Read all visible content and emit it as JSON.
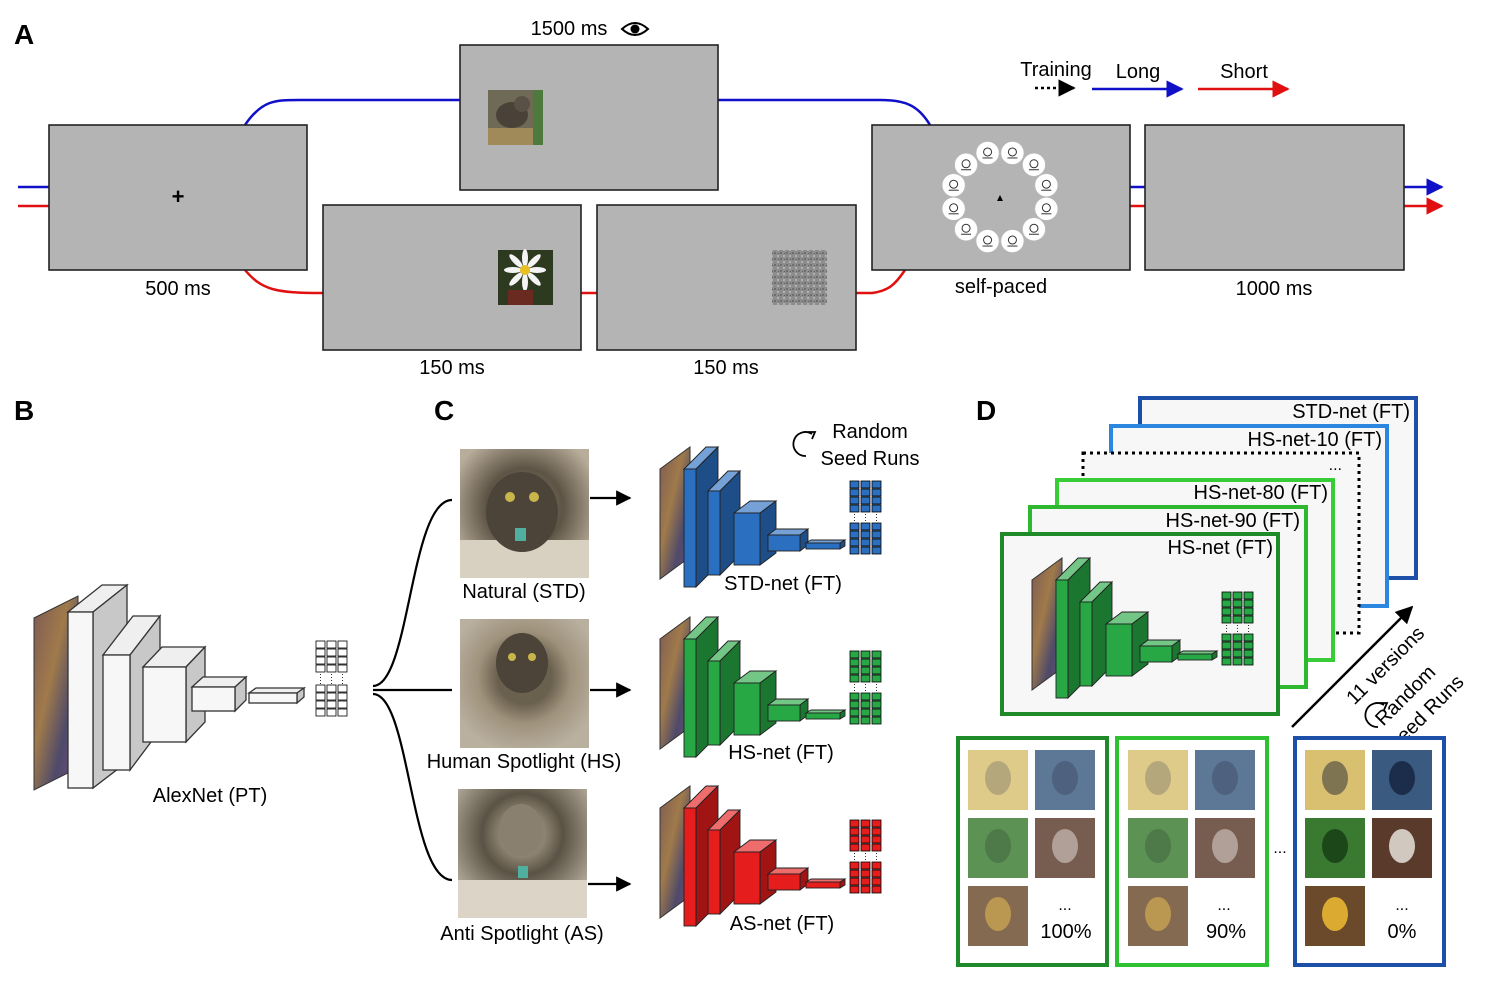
{
  "panels": {
    "a": "A",
    "b": "B",
    "c": "C",
    "d": "D"
  },
  "panel_a": {
    "fixation_symbol": "+",
    "fixation_duration": "500 ms",
    "viewing_duration": "1500 ms",
    "short_image_duration": "150 ms",
    "mask_duration": "150 ms",
    "response_duration": "self-paced",
    "final_duration": "1000 ms",
    "legend": {
      "training": "Training",
      "long": "Long",
      "short": "Short"
    },
    "colors": {
      "long": "#1010c8",
      "short": "#e01010"
    }
  },
  "panel_b": {
    "network_label": "AlexNet (PT)"
  },
  "panel_c": {
    "random_seed_line1": "Random",
    "random_seed_line2": "Seed Runs",
    "inputs": [
      {
        "label": "Natural (STD)",
        "net": "STD-net (FT)",
        "color": "#2b6fc1"
      },
      {
        "label": "Human Spotlight (HS)",
        "net": "HS-net (FT)",
        "color": "#27a845"
      },
      {
        "label": "Anti Spotlight (AS)",
        "net": "AS-net (FT)",
        "color": "#e51d1d"
      }
    ]
  },
  "panel_d": {
    "stack_labels": [
      "STD-net (FT)",
      "HS-net-10 (FT)",
      "...",
      "HS-net-80 (FT)",
      "HS-net-90 (FT)",
      "HS-net (FT)"
    ],
    "versions_text": "11 versions",
    "random_text": "Random",
    "seed_text": "Seed Runs",
    "between_dots": "...",
    "sets": [
      {
        "dots": "...",
        "percent": "100%",
        "color": "#1e8a2a"
      },
      {
        "dots": "...",
        "percent": "90%",
        "color": "#2ec233"
      },
      {
        "dots": "...",
        "percent": "0%",
        "color": "#1e4fa8"
      }
    ]
  }
}
